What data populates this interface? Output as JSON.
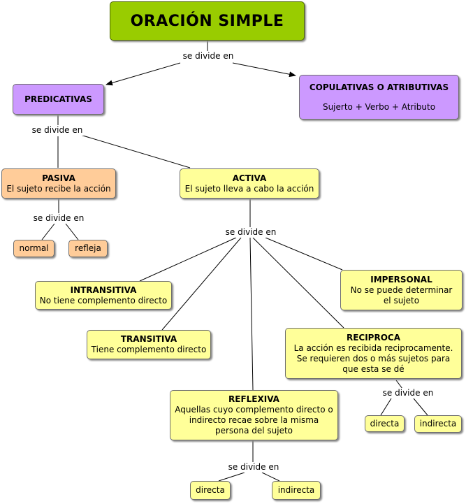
{
  "title": "ORACIÓN SIMPLE",
  "link_label": "se divide en",
  "predicativas": {
    "title": "PREDICATIVAS"
  },
  "copulativas": {
    "title": "COPULATIVAS O ATRIBUTIVAS",
    "desc": "Sujerto + Verbo + Atributo"
  },
  "pasiva": {
    "title": "PASIVA",
    "desc": "El sujeto recibe la acción"
  },
  "activa": {
    "title": "ACTIVA",
    "desc": "El sujeto lleva a cabo la acción"
  },
  "normal": "normal",
  "refleja": "refleja",
  "intransitiva": {
    "title": "INTRANSITIVA",
    "desc": "No tiene complemento directo"
  },
  "transitiva": {
    "title": "TRANSITIVA",
    "desc": "Tiene complemento directo"
  },
  "impersonal": {
    "title": "IMPERSONAL",
    "desc": [
      "No se puede determinar",
      "el sujeto"
    ]
  },
  "reciproca": {
    "title": "RECIPROCA",
    "desc": [
      "La acción es recibida reciprocamente.",
      "Se requieren dos o más sujetos para",
      "que esta se dé"
    ]
  },
  "reflexiva": {
    "title": "REFLEXIVA",
    "desc": [
      "Aquellas cuyo complemento directo o",
      "indirecto recae sobre la misma",
      "persona del sujeto"
    ]
  },
  "directa": "directa",
  "indirecta": "indirecta",
  "colors": {
    "root": "#99cc00",
    "level1": "#cc99ff",
    "pasiva": "#ffcc99",
    "activa": "#ffff99"
  }
}
